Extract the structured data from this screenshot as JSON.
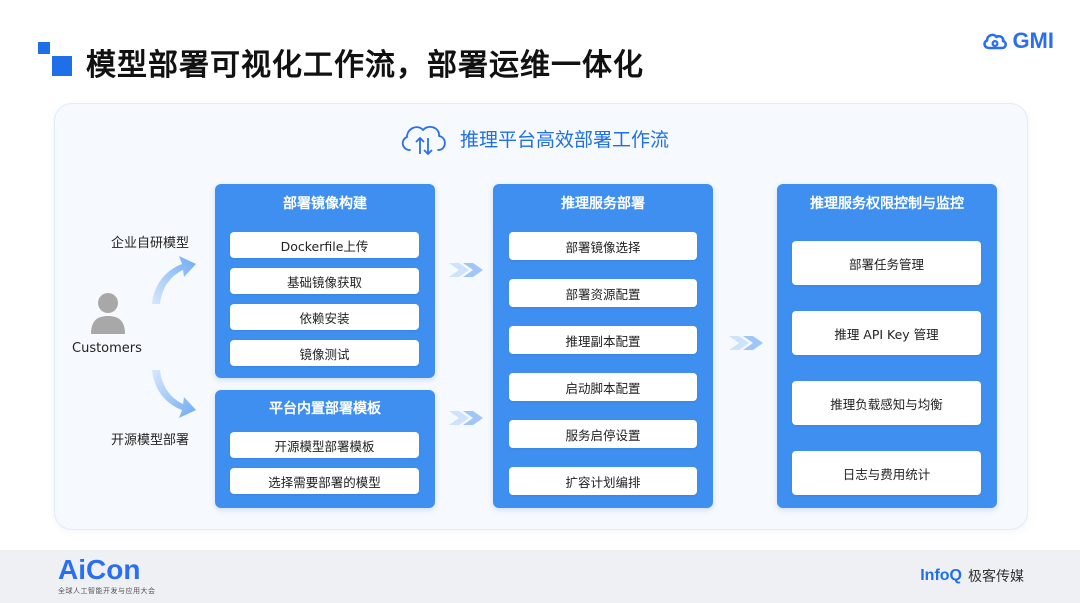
{
  "title": "模型部署可视化工作流，部署运维一体化",
  "brand": {
    "gmi": "GMI",
    "aicon": "AiCon",
    "aicon_sub": "全球人工智能开发与应用大会",
    "infoq": "InfoQ",
    "infoq_cn": "极客传媒"
  },
  "workflow_title": "推理平台高效部署工作流",
  "customers": {
    "label": "Customers",
    "branch_top": "企业自研模型",
    "branch_bottom": "开源模型部署"
  },
  "columns": {
    "build": {
      "title": "部署镜像构建",
      "items": [
        "Dockerfile上传",
        "基础镜像获取",
        "依赖安装",
        "镜像测试"
      ]
    },
    "template": {
      "title": "平台内置部署模板",
      "items": [
        "开源模型部署模板",
        "选择需要部署的模型"
      ]
    },
    "deploy": {
      "title": "推理服务部署",
      "items": [
        "部署镜像选择",
        "部署资源配置",
        "推理副本配置",
        "启动脚本配置",
        "服务启停设置",
        "扩容计划编排"
      ]
    },
    "monitor": {
      "title": "推理服务权限控制与监控",
      "items": [
        "部署任务管理",
        "推理 API Key 管理",
        "推理负载感知与均衡",
        "日志与费用统计"
      ]
    }
  },
  "colors": {
    "accent": "#1f6fe8",
    "card": "#3f8ff0"
  }
}
